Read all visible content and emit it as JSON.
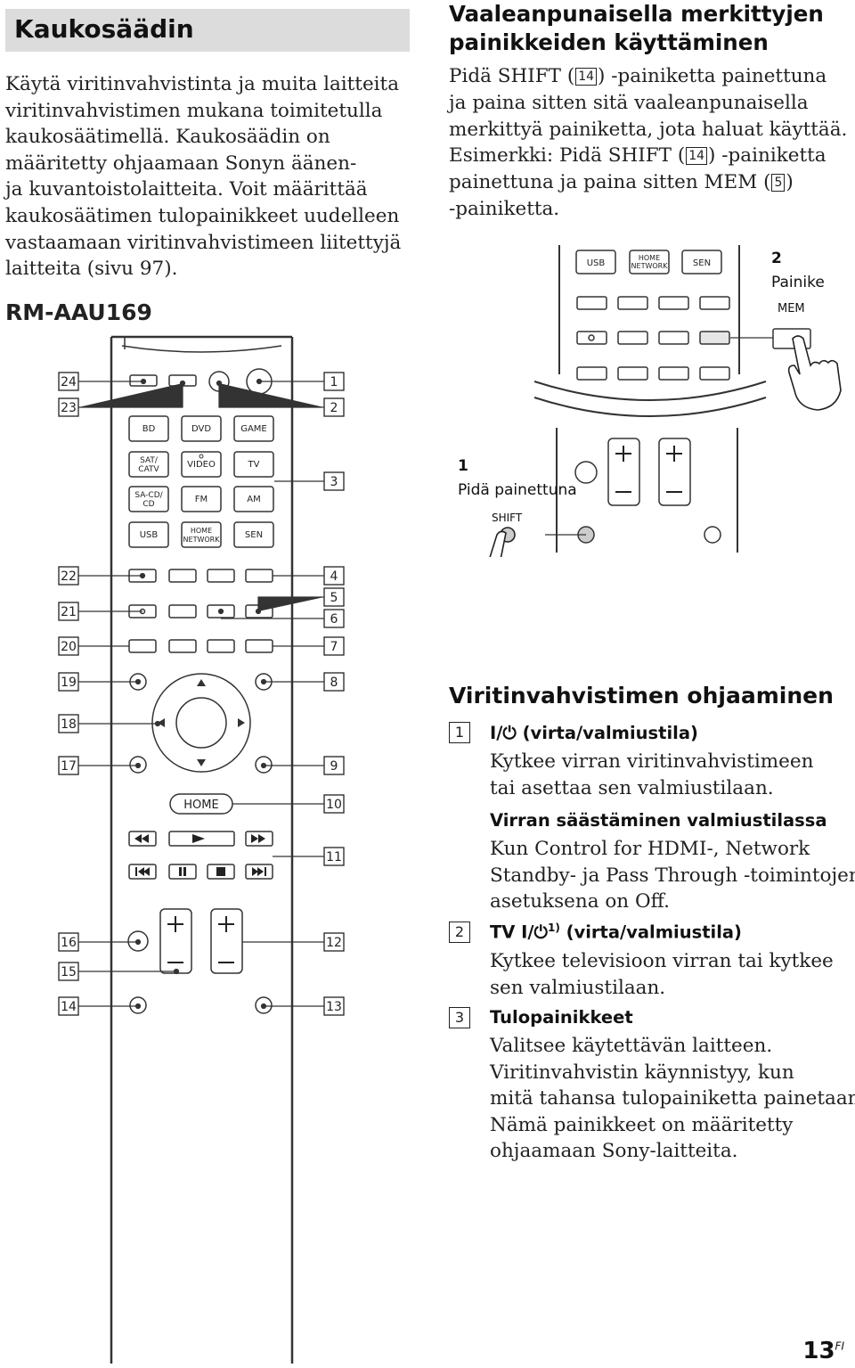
{
  "title": "Kaukosäädin",
  "intro_lines": [
    "Käytä viritinvahvistinta ja muita laitteita",
    "viritinvahvistimen mukana toimitetulla",
    "kaukosäätimellä. Kaukosäädin on",
    "määritetty ohjaamaan Sonyn äänen-",
    "ja kuvantoistolaitteita. Voit määrittää",
    "kaukosäätimen tulopainikkeet uudelleen",
    "vastaamaan viritinvahvistimeen liitettyjä",
    "laitteita (sivu 97)."
  ],
  "model": "RM-AAU169",
  "shift_section": {
    "title_lines": [
      "Vaaleanpunaisella merkittyjen",
      "painikkeiden käyttäminen"
    ],
    "body": {
      "l1a": "Pidä SHIFT (",
      "n14": "14",
      "l1b": ") -painiketta painettuna",
      "l2": "ja paina sitten sitä vaaleanpunaisella",
      "l3": "merkittyä painiketta, jota haluat käyttää.",
      "l4a": "Esimerkki: Pidä SHIFT (",
      "l4b": ") -painiketta",
      "l5a": "painettuna ja paina sitten MEM (",
      "n5": "5",
      "l5b": ")",
      "l6": "-painiketta."
    }
  },
  "inset": {
    "step1_num": "1",
    "step1_text": "Pidä painettuna",
    "step2_num": "2",
    "step2_text": "Painike",
    "shift_label": "SHIFT",
    "mem_label": "MEM",
    "buttons": [
      "USB",
      "HOME NETWORK",
      "SEN"
    ]
  },
  "remote": {
    "input_buttons": [
      "BD",
      "DVD",
      "GAME",
      "SAT/ CATV",
      "VIDEO",
      "TV",
      "SA-CD/ CD",
      "FM",
      "AM",
      "USB",
      "HOME NETWORK",
      "SEN"
    ],
    "home_label": "HOME",
    "callouts_left": [
      "24",
      "23",
      "22",
      "21",
      "20",
      "19",
      "18",
      "17",
      "16",
      "15",
      "14"
    ],
    "callouts_right": [
      "1",
      "2",
      "3",
      "4",
      "5",
      "6",
      "7",
      "8",
      "9",
      "10",
      "11",
      "12",
      "13"
    ]
  },
  "control_section": {
    "title": "Viritinvahvistimen ohjaaminen",
    "items": [
      {
        "num": "1",
        "head": "I/⏻ (virta/valmiustila)",
        "body": [
          "Kytkee virran viritinvahvistimeen",
          "tai asettaa sen valmiustilaan."
        ],
        "subhead": "Virran säästäminen valmiustilassa",
        "subbody": [
          "Kun Control for HDMI-, Network",
          "Standby- ja Pass Through -toimintojen",
          "asetuksena on Off."
        ]
      },
      {
        "num": "2",
        "head_a": "TV I/⏻",
        "head_sup": "1)",
        "head_b": " (virta/valmiustila)",
        "body": [
          "Kytkee televisioon virran tai kytkee",
          "sen valmiustilaan."
        ]
      },
      {
        "num": "3",
        "head": "Tulopainikkeet",
        "body": [
          "Valitsee käytettävän laitteen.",
          "Viritinvahvistin käynnistyy, kun",
          "mitä tahansa tulopainiketta painetaan.",
          "Nämä painikkeet on määritetty",
          "ohjaamaan Sony-laitteita."
        ]
      }
    ]
  },
  "page": {
    "number": "13",
    "lang": "FI"
  }
}
